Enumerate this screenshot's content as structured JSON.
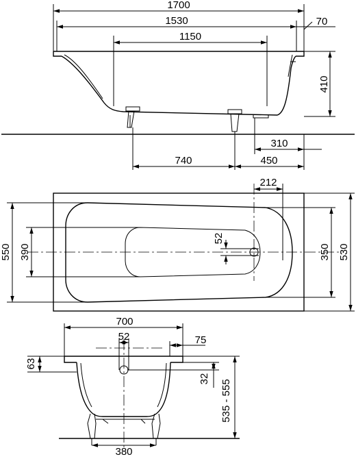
{
  "side_view": {
    "overall_length": "1700",
    "inner_length": "1530",
    "rim_width": "70",
    "bottom_length": "1150",
    "height": "410",
    "foot_offset": "310",
    "foot_spacing": "740",
    "foot_to_end": "450"
  },
  "top_view": {
    "drain_offset": "212",
    "outer_width": "550",
    "inner_width": "530",
    "bottom_width": "390",
    "shoulder_width": "350",
    "drain_diameter": "52"
  },
  "end_view": {
    "overall_width": "700",
    "drain_diameter": "52",
    "rim_width": "75",
    "rim_drop": "63",
    "overflow_height": "32",
    "total_height": "535 - 555",
    "foot_spacing": "380"
  }
}
